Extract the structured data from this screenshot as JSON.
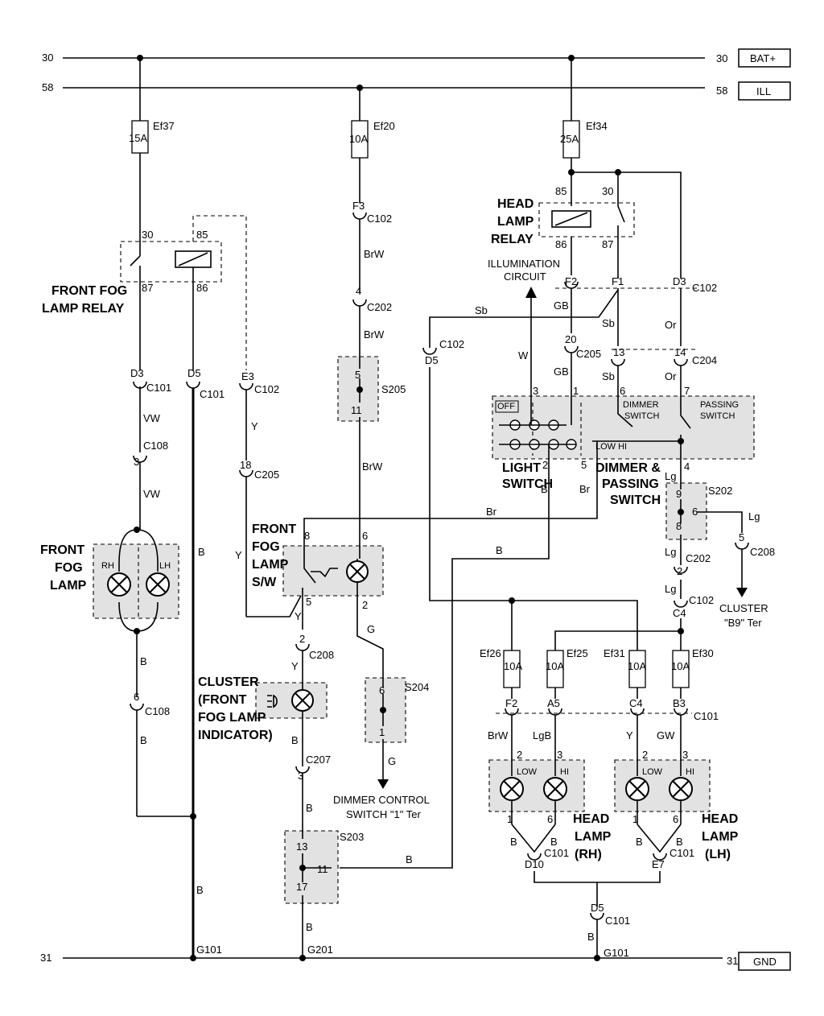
{
  "rails": {
    "r30": {
      "left": "30",
      "right": "30",
      "tag": "BAT+"
    },
    "r58": {
      "left": "58",
      "right": "58",
      "tag": "ILL"
    },
    "r31": {
      "left": "31",
      "right": "31",
      "tag": "GND"
    }
  },
  "fuses": {
    "ef37": {
      "name": "Ef37",
      "rating": "15A"
    },
    "ef20": {
      "name": "Ef20",
      "rating": "10A"
    },
    "ef34": {
      "name": "Ef34",
      "rating": "25A"
    },
    "ef26": {
      "name": "Ef26",
      "rating": "10A"
    },
    "ef25": {
      "name": "Ef25",
      "rating": "10A"
    },
    "ef31": {
      "name": "Ef31",
      "rating": "10A"
    },
    "ef30": {
      "name": "Ef30",
      "rating": "10A"
    }
  },
  "components": {
    "fog_relay": [
      "FRONT FOG",
      "LAMP RELAY"
    ],
    "head_relay": [
      "HEAD",
      "LAMP",
      "RELAY"
    ],
    "illum": [
      "ILLUMINATION",
      "CIRCUIT"
    ],
    "fog_lamp": [
      "FRONT",
      "FOG",
      "LAMP"
    ],
    "fog_sw": [
      "FRONT",
      "FOG",
      "LAMP",
      "S/W"
    ],
    "light_sw": [
      "LIGHT",
      "SWITCH"
    ],
    "dimmer_passing": [
      "DIMMER &",
      "PASSING",
      "SWITCH"
    ],
    "cluster_ind": [
      "CLUSTER",
      "(FRONT",
      "FOG LAMP",
      "INDICATOR)"
    ],
    "cluster_b9": [
      "CLUSTER",
      "\"B9\" Ter"
    ],
    "dimmer_ctrl": [
      "DIMMER CONTROL",
      "SWITCH \"1\" Ter"
    ],
    "hl_rh": [
      "HEAD",
      "LAMP",
      "(RH)"
    ],
    "hl_lh": [
      "HEAD",
      "LAMP",
      "(LH)"
    ]
  },
  "grounds": {
    "g101_left": "G101",
    "g201": "G201",
    "g101_right": "G101"
  },
  "labels": {
    "relay_pins": {
      "p30a": "30",
      "p85a": "85",
      "p87a": "87",
      "p86a": "86",
      "p85b": "85",
      "p30b": "30",
      "p86b": "86",
      "p87b": "87"
    },
    "lamp": {
      "rh": "RH",
      "lh": "LH",
      "low": "LOW",
      "hi": "HI"
    },
    "switch": {
      "off": "OFF",
      "dimmer": "DIMMER",
      "dimmer2": "SWITCH",
      "passing": "PASSING",
      "passing2": "SWITCH",
      "low_hi": "LOW  HI"
    },
    "splices": {
      "s205": "S205",
      "s202": "S202",
      "s204": "S204",
      "s203": "S203"
    },
    "connectors": {
      "c1": "D3",
      "c1b": "C101",
      "c2": "D5",
      "c2b": "C101",
      "c3": "E3",
      "c3b": "C102",
      "c4": "3",
      "c4b": "C108",
      "c5": "18",
      "c5b": "C205",
      "c6": "F3",
      "c6b": "C102",
      "c7": "4",
      "c7b": "C202",
      "c8": "F2",
      "c9": "F1",
      "c10": "D3",
      "c10b": "C102",
      "c11": "D5",
      "c11b": "C102",
      "c12": "20",
      "c12b": "C205",
      "c13": "13",
      "c14": "14",
      "c14b": "C204",
      "c15": "5",
      "c15b": "C208",
      "c16": "2",
      "c16b": "C202",
      "c17": "C4",
      "c17b": "C102",
      "c18": "2",
      "c18b": "C208",
      "c19": "3",
      "c19b": "C207",
      "c20": "6",
      "c20b": "C108",
      "c21": "F2",
      "c22": "A5",
      "c23": "C4",
      "c24": "B3",
      "c24b": "C101",
      "c25": "D10",
      "c25b": "C101",
      "c26": "E7",
      "c26b": "C101",
      "c27": "D5",
      "c27b": "C101"
    },
    "wires": {
      "w_vw1": "VW",
      "w_vw2": "VW",
      "w_y1": "Y",
      "w_y2": "Y",
      "w_b1": "B",
      "w_b2": "B",
      "w_b3": "B",
      "w_b4": "B",
      "w_brw1": "BrW",
      "w_brw2": "BrW",
      "w_brw3": "BrW",
      "w_g1": "G",
      "w_g2": "G",
      "w_sb1": "Sb",
      "w_sb2": "Sb",
      "w_sb3": "Sb",
      "w_gb1": "GB",
      "w_gb2": "GB",
      "w_or1": "Or",
      "w_or2": "Or",
      "w_w": "W",
      "w_b5": "B",
      "w_br1": "Br",
      "w_br2": "Br",
      "w_b6": "B",
      "w_lg1": "Lg",
      "w_lg2": "Lg",
      "w_lg3": "Lg",
      "w_lg4": "Lg",
      "w_y3": "Y",
      "w_b7": "B",
      "w_b8": "B",
      "w_b9": "B",
      "w_b10": "B",
      "w_brw4": "BrW",
      "w_lgb": "LgB",
      "w_y4": "Y",
      "w_gw": "GW",
      "w_b11": "B",
      "w_b12": "B",
      "w_b13": "B",
      "w_b14": "B",
      "w_b15": "B"
    },
    "pins": {
      "p8": "8",
      "p6": "6",
      "p5": "5",
      "p2": "2",
      "p3": "3",
      "p1": "1",
      "p6b": "6",
      "p7": "7",
      "p2b": "2",
      "p5b": "5",
      "p4": "4",
      "s205a": "5",
      "s205b": "11",
      "s202a": "9",
      "s202b": "6",
      "s202c": "8",
      "s204a": "6",
      "s204b": "1",
      "s203a": "13",
      "s203b": "11",
      "s203c": "17",
      "hr2": "2",
      "hr3": "3",
      "hr1": "1",
      "hr6": "6",
      "hl2": "2",
      "hl3": "3",
      "hl1": "1",
      "hl6": "6"
    }
  }
}
